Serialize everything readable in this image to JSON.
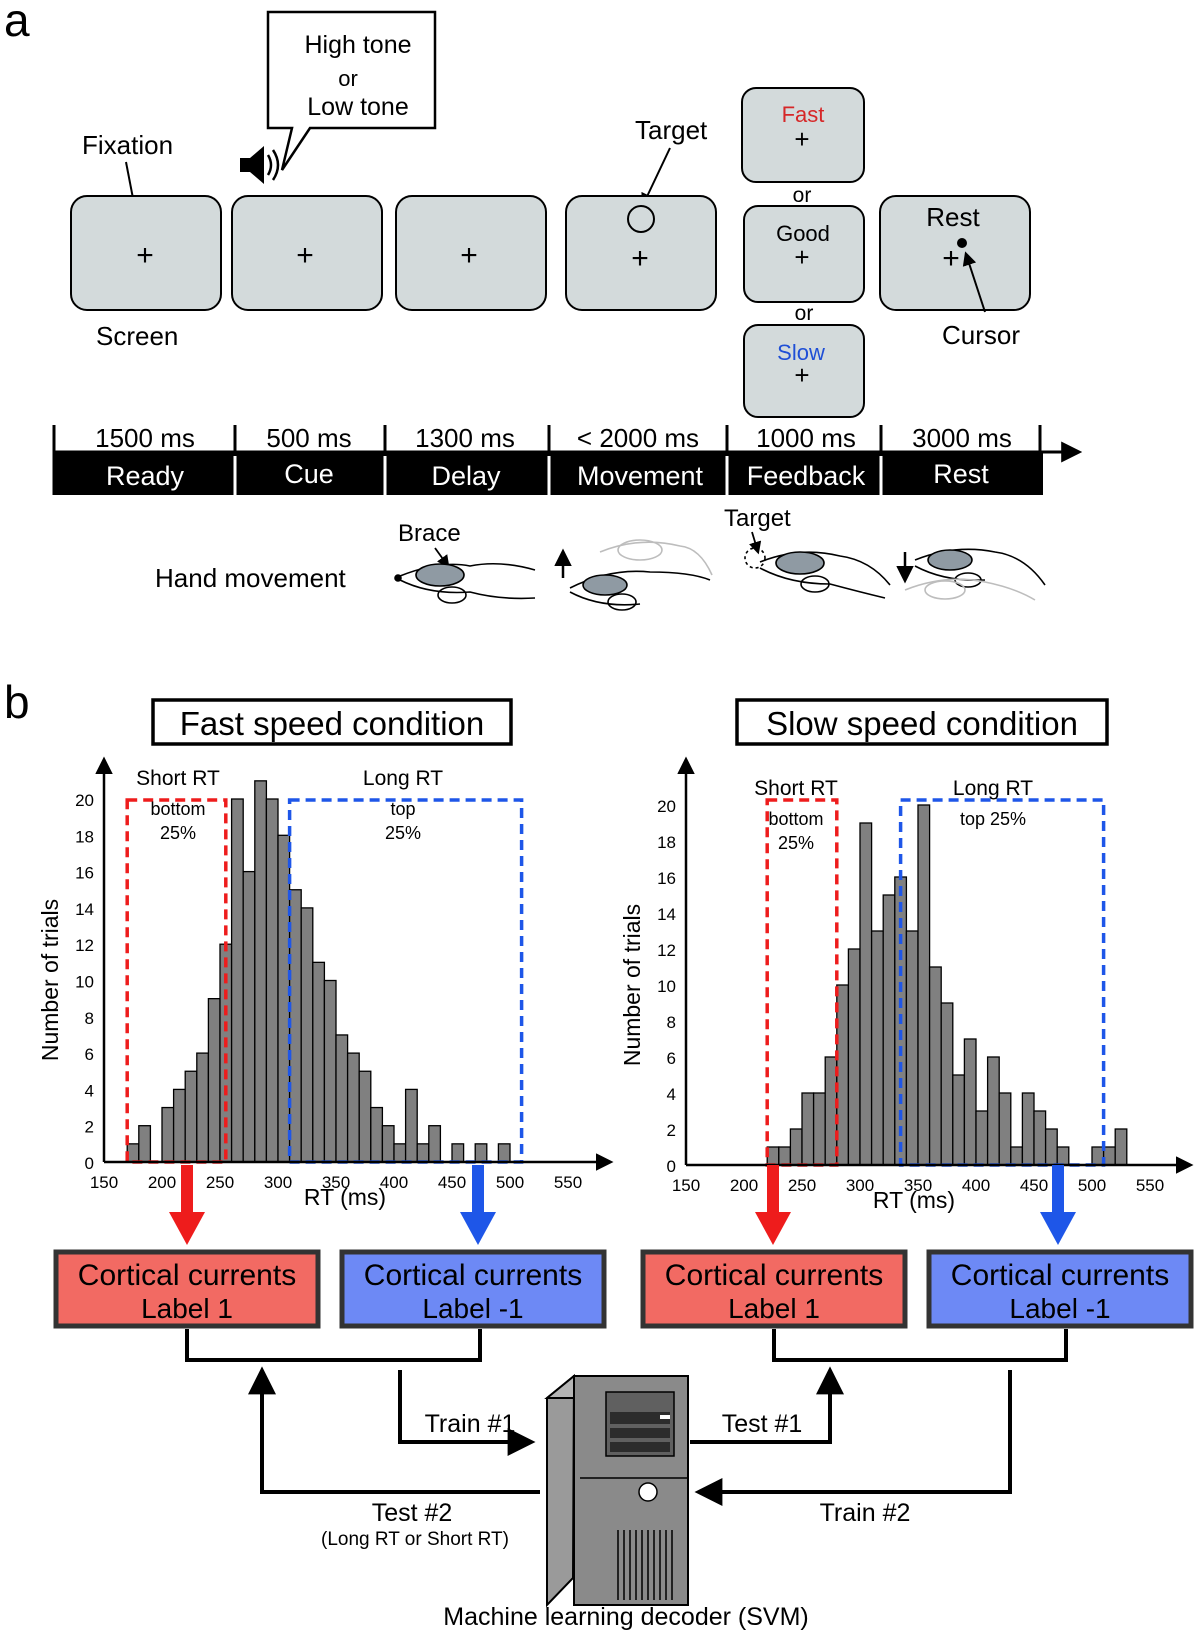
{
  "panel_a": {
    "letter": "a",
    "speech_bubble": [
      "High tone",
      "or",
      "Low tone"
    ],
    "fixation_label": "Fixation",
    "target_label": "Target",
    "screen_label": "Screen",
    "rest_label": "Rest",
    "cursor_label": "Cursor",
    "fixation_cross": "+",
    "feedback": [
      {
        "text": "Fast",
        "color": "#d62728"
      },
      {
        "text": "Good",
        "color": "#000000"
      },
      {
        "text": "Slow",
        "color": "#1f4fd6"
      }
    ],
    "or_text": "or",
    "timeline": [
      {
        "duration": "1500 ms",
        "phase": "Ready"
      },
      {
        "duration": "500 ms",
        "phase": "Cue"
      },
      {
        "duration": "1300 ms",
        "phase": "Delay"
      },
      {
        "duration": "< 2000 ms",
        "phase": "Movement"
      },
      {
        "duration": "1000 ms",
        "phase": "Feedback"
      },
      {
        "duration": "3000 ms",
        "phase": "Rest"
      }
    ],
    "hand_movement_label": "Hand movement",
    "brace_label": "Brace",
    "hand_target_label": "Target"
  },
  "panel_b": {
    "letter": "b",
    "ylabel": "Number of trials",
    "xlabel": "RT (ms)",
    "short_rt": "Short RT",
    "long_rt": "Long RT",
    "label1_line1": "Cortical currents",
    "label1_line2": "Label 1",
    "label2_line1": "Cortical currents",
    "label2_line2": "Label -1",
    "train1": "Train #1",
    "test1": "Test #1",
    "test2": "Test #2",
    "test2_sub": "(Long RT or Short RT)",
    "train2": "Train #2",
    "decoder_label": "Machine learning decoder (SVM)",
    "colors": {
      "red_box": "#f26a63",
      "blue_box": "#6d89f5",
      "red_arrow": "#ee1c1c",
      "blue_arrow": "#1e56e8",
      "bar": "#808080",
      "screen": "#d3dadb"
    }
  },
  "chart_data": [
    {
      "type": "bar",
      "title": "Fast speed condition",
      "xlabel": "RT (ms)",
      "ylabel": "Number of trials",
      "xlim": [
        150,
        550
      ],
      "ylim": [
        0,
        20
      ],
      "xticks": [
        "150",
        "200",
        "250",
        "300",
        "350",
        "400",
        "450",
        "500",
        "550"
      ],
      "yticks": [
        "0",
        "2",
        "4",
        "6",
        "8",
        "10",
        "12",
        "14",
        "16",
        "18",
        "20"
      ],
      "bin_width": 10,
      "bin_starts": [
        170,
        180,
        190,
        200,
        210,
        220,
        230,
        240,
        250,
        260,
        270,
        280,
        290,
        300,
        310,
        320,
        330,
        340,
        350,
        360,
        370,
        380,
        390,
        400,
        410,
        420,
        430,
        440,
        450,
        460,
        470,
        480,
        490,
        500
      ],
      "values": [
        1,
        2,
        0,
        3,
        4,
        5,
        6,
        9,
        12,
        20,
        16,
        21,
        20,
        18,
        15,
        14,
        11,
        10,
        7,
        6,
        5,
        3,
        2,
        1,
        4,
        1,
        2,
        0,
        1,
        0,
        1,
        0,
        1,
        0
      ],
      "short_region": {
        "label": "Short RT",
        "text": [
          "bottom",
          "25%"
        ],
        "range": [
          170,
          255
        ]
      },
      "long_region": {
        "label": "Long RT",
        "text": [
          "top",
          "25%"
        ],
        "range": [
          310,
          510
        ]
      }
    },
    {
      "type": "bar",
      "title": "Slow speed condition",
      "xlabel": "RT (ms)",
      "ylabel": "Number of trials",
      "xlim": [
        150,
        550
      ],
      "ylim": [
        0,
        20
      ],
      "xticks": [
        "150",
        "200",
        "250",
        "300",
        "350",
        "400",
        "450",
        "500",
        "550"
      ],
      "yticks": [
        "0",
        "2",
        "4",
        "6",
        "8",
        "10",
        "12",
        "14",
        "16",
        "18",
        "20"
      ],
      "bin_width": 10,
      "bin_starts": [
        220,
        230,
        240,
        250,
        260,
        270,
        280,
        290,
        300,
        310,
        320,
        330,
        340,
        350,
        360,
        370,
        380,
        390,
        400,
        410,
        420,
        430,
        440,
        450,
        460,
        470,
        480,
        490,
        500,
        510,
        520
      ],
      "values": [
        1,
        1,
        2,
        4,
        4,
        6,
        10,
        12,
        19,
        13,
        15,
        16,
        13,
        20,
        11,
        9,
        5,
        7,
        3,
        6,
        4,
        1,
        4,
        3,
        2,
        1,
        0,
        0,
        1,
        1,
        2
      ],
      "short_region": {
        "label": "Short RT",
        "text": [
          "bottom",
          "25%"
        ],
        "range": [
          220,
          280
        ]
      },
      "long_region": {
        "label": "Long RT",
        "text": [
          "top 25%"
        ],
        "range": [
          335,
          510
        ]
      }
    }
  ]
}
